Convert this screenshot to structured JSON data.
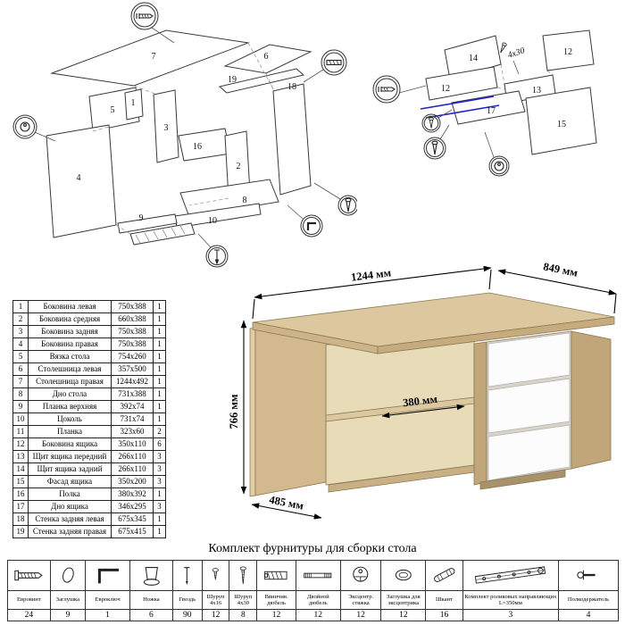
{
  "colors": {
    "wood_top": "#dcc79e",
    "wood_face": "#d2ba8e",
    "wood_side": "#c0a678",
    "wood_back": "#e8dbb8",
    "drawer_front": "#fcfcfc",
    "highlight_blue": "#2222cc"
  },
  "parts_table": {
    "rows": [
      {
        "n": "1",
        "name": "Боковина левая",
        "size": "750x388",
        "qty": "1"
      },
      {
        "n": "2",
        "name": "Боковина средняя",
        "size": "660x388",
        "qty": "1"
      },
      {
        "n": "3",
        "name": "Боковина задняя",
        "size": "750x388",
        "qty": "1"
      },
      {
        "n": "4",
        "name": "Боковина правая",
        "size": "750x388",
        "qty": "1"
      },
      {
        "n": "5",
        "name": "Вязка стола",
        "size": "754x260",
        "qty": "1"
      },
      {
        "n": "6",
        "name": "Столешница левая",
        "size": "357x500",
        "qty": "1"
      },
      {
        "n": "7",
        "name": "Столешница правая",
        "size": "1244x492",
        "qty": "1"
      },
      {
        "n": "8",
        "name": "Дно стола",
        "size": "731x388",
        "qty": "1"
      },
      {
        "n": "9",
        "name": "Планка верхняя",
        "size": "392x74",
        "qty": "1"
      },
      {
        "n": "10",
        "name": "Цоколь",
        "size": "731x74",
        "qty": "1"
      },
      {
        "n": "11",
        "name": "Планка",
        "size": "323x60",
        "qty": "2"
      },
      {
        "n": "12",
        "name": "Боковина ящика",
        "size": "350x110",
        "qty": "6"
      },
      {
        "n": "13",
        "name": "Щит ящика передний",
        "size": "266x110",
        "qty": "3"
      },
      {
        "n": "14",
        "name": "Щит ящика задний",
        "size": "266x110",
        "qty": "3"
      },
      {
        "n": "15",
        "name": "Фасад ящика",
        "size": "350x200",
        "qty": "3"
      },
      {
        "n": "16",
        "name": "Полка",
        "size": "380x392",
        "qty": "1"
      },
      {
        "n": "17",
        "name": "Дно ящика",
        "size": "346x295",
        "qty": "3"
      },
      {
        "n": "18",
        "name": "Стенка задняя левая",
        "size": "675x345",
        "qty": "1"
      },
      {
        "n": "19",
        "name": "Стенка задняя правая",
        "size": "675x415",
        "qty": "1"
      }
    ]
  },
  "diagram_left": {
    "labels": {
      "p1": "1",
      "p2": "2",
      "p3": "3",
      "p4": "4",
      "p5": "5",
      "p6": "6",
      "p7": "7",
      "p8": "8",
      "p9": "9",
      "p10": "10",
      "p16": "16",
      "p18": "18",
      "p19": "19"
    }
  },
  "diagram_right": {
    "labels": {
      "p12a": "12",
      "p12b": "12",
      "p13": "13",
      "p14": "14",
      "p15": "15",
      "p17": "17"
    },
    "screw_label": "4x30"
  },
  "desk": {
    "dim_width": "1244 мм",
    "dim_depth": "849 мм",
    "dim_height": "766 мм",
    "dim_shelf": "380 мм",
    "dim_left": "485 мм"
  },
  "hardware": {
    "title": "Комплект фурнитуры для сборки стола",
    "items": [
      {
        "name": "Евровинт",
        "qty": "24"
      },
      {
        "name": "Заглушка",
        "qty": "9"
      },
      {
        "name": "Евроключ",
        "qty": "1"
      },
      {
        "name": "Ножка",
        "qty": "6"
      },
      {
        "name": "Гвоздь",
        "qty": "90"
      },
      {
        "name": "Шуруп 4x16",
        "qty": "12"
      },
      {
        "name": "Шуруп 4x30",
        "qty": "8"
      },
      {
        "name": "Ввинчив. дюбель",
        "qty": "12"
      },
      {
        "name": "Двойной дюбель",
        "qty": "12"
      },
      {
        "name": "Эксцентр. стяжка",
        "qty": "12"
      },
      {
        "name": "Заглушка для эксцентрика",
        "qty": "12"
      },
      {
        "name": "Шкант",
        "qty": "16"
      },
      {
        "name": "Комплект роликовых направляющих L=350мм",
        "qty": "3"
      },
      {
        "name": "Полкодержатель",
        "qty": "4"
      }
    ]
  }
}
